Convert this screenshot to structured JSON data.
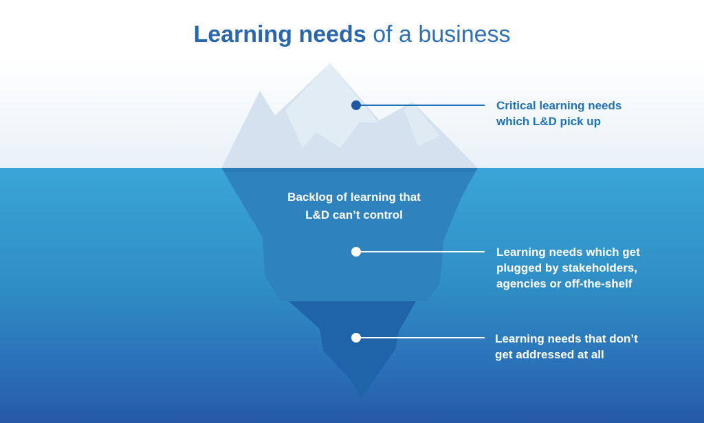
{
  "title": {
    "bold": "Learning needs",
    "rest": "of a business"
  },
  "iceberg": {
    "center_label": "Backlog of learning that\nL&D can’t control",
    "callouts": [
      {
        "id": "tip",
        "text": "Critical learning needs\nwhich L&D pick up",
        "style": "dark"
      },
      {
        "id": "middle",
        "text": "Learning needs which get\nplugged by stakeholders,\nagencies or off-the-shelf",
        "style": "light"
      },
      {
        "id": "bottom",
        "text": "Learning needs that don’t\nget addressed at all",
        "style": "light"
      }
    ]
  },
  "colors": {
    "title": "#2a66ad",
    "dark_callout": "#1f72b5",
    "light_callout": "#ffffff",
    "water_top": "#3aa5d6",
    "water_bottom": "#2559a8",
    "ice_light": "#d3e2ee",
    "ice_shadow": "#bfd3e4"
  }
}
